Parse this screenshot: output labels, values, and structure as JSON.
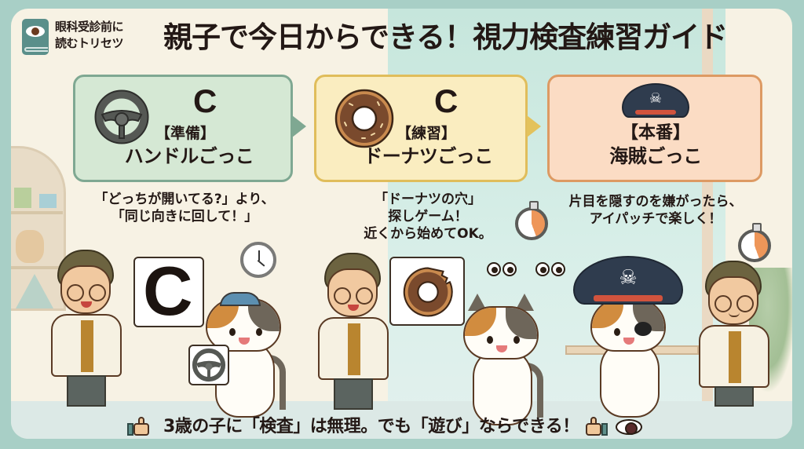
{
  "header": {
    "logo_icon": "eye-book-icon",
    "subtitle_line1": "眼科受診前に",
    "subtitle_line2": "読むトリセツ",
    "title": "親子で今日からできる！視力検査練習ガイド"
  },
  "steps": [
    {
      "icon": "steering-wheel-icon",
      "symbol": "C",
      "tag": "【準備】",
      "name": "ハンドルごっこ",
      "description_lines": [
        "「どっちが開いてる?」より、",
        "「同じ向きに回して！」"
      ],
      "card_color": "#d5e8d4",
      "border_color": "#7fa892"
    },
    {
      "icon": "donut-icon",
      "symbol": "C",
      "tag": "【練習】",
      "name": "ドーナツごっこ",
      "description_lines": [
        "「ドーナツの穴」",
        "探しゲーム！",
        "近くから始めてOK。"
      ],
      "card_color": "#faedc0",
      "border_color": "#e0bd5b"
    },
    {
      "icon": "pirate-hat-icon",
      "tag": "【本番】",
      "name": "海賊ごっこ",
      "description_lines": [
        "片目を隠すのを嫌がったら、",
        "アイパッチで楽しく！"
      ],
      "card_color": "#fbdcc4",
      "border_color": "#dd9a63"
    }
  ],
  "scenes": {
    "scene1_chart_symbol": "C",
    "scene1_cat_card": "steering-wheel-icon",
    "scene2_chart": "bitten-donut-icon",
    "scene3_cat": "pirate-cat-with-eyepatch"
  },
  "footer": {
    "text": "3歳の子に「検査」は無理。でも「遊び」ならできる！",
    "left_icon": "thumbs-up-icon",
    "right_icons": [
      "thumbs-up-icon",
      "eye-icon"
    ]
  },
  "colors": {
    "outer_bg": "#a8cfc6",
    "panel_bg": "#f7f2e4",
    "text": "#231815"
  }
}
